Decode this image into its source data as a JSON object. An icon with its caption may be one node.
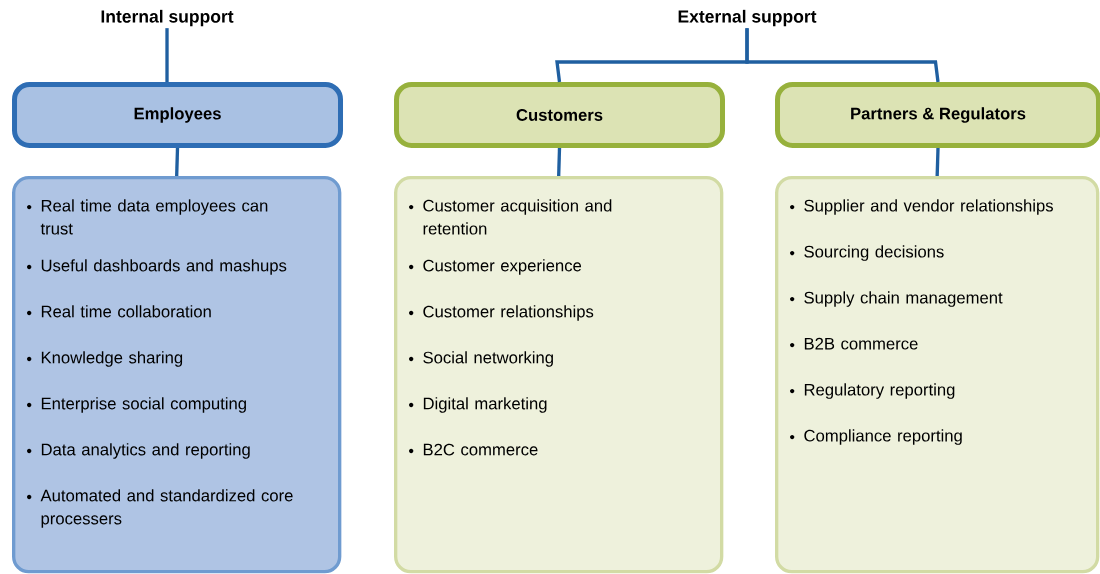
{
  "diagram": {
    "nodes": [
      {
        "text": [
          "Internal support"
        ]
      },
      {
        "text": [
          "External support"
        ]
      },
      {
        "text": [
          "Employees"
        ]
      },
      {
        "text": [
          "Customers"
        ]
      },
      {
        "text": [
          "Partners & Regulators"
        ]
      },
      {
        "text": [
          "Real time data employees can trust",
          "Useful dashboards and mashups",
          "Real time collaboration",
          "Knowledge sharing",
          "Enterprise social computing",
          "Data analytics and reporting",
          "Automated and standardized core processers"
        ]
      },
      {
        "text": [
          "Customer acquisition and retention",
          "Customer experience",
          "Customer relationships",
          "Social networking",
          "Digital marketing",
          "B2C commerce"
        ]
      },
      {
        "text": [
          "Supplier and vendor relationships",
          "Sourcing decisions",
          "Supply chain management",
          "B2B commerce",
          "Regulatory reporting",
          "Compliance reporting"
        ]
      }
    ],
    "edges": [
      {
        "from": 0,
        "to": 2,
        "arrow": "none"
      },
      {
        "from": 1,
        "to": 3,
        "arrow": "none"
      },
      {
        "from": 1,
        "to": 4,
        "arrow": "none"
      },
      {
        "from": 2,
        "to": 5,
        "arrow": "none"
      },
      {
        "from": 3,
        "to": 6,
        "arrow": "none"
      },
      {
        "from": 4,
        "to": 7,
        "arrow": "none"
      }
    ]
  }
}
